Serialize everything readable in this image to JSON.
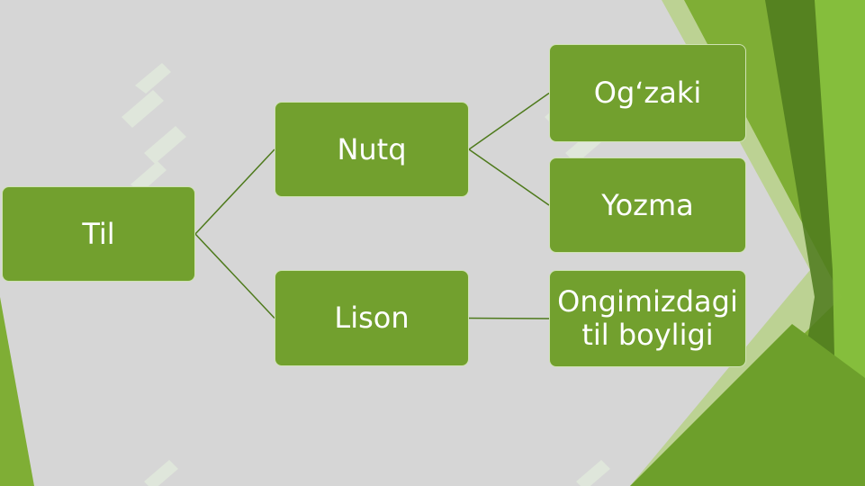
{
  "diagram": {
    "nodes": {
      "root": "Til",
      "nutq": "Nutq",
      "lison": "Lison",
      "ogzaki": "Og‘zaki",
      "yozma": "Yozma",
      "ongimiz": "Ongimizdagi\ntil boyligi"
    },
    "edges": [
      [
        "root",
        "nutq"
      ],
      [
        "root",
        "lison"
      ],
      [
        "nutq",
        "ogzaki"
      ],
      [
        "nutq",
        "yozma"
      ],
      [
        "lison",
        "ongimiz"
      ]
    ]
  },
  "colors": {
    "node_fill": "#72a02e",
    "node_border": "#cfe3b3",
    "background": "#d6d6d6",
    "accent_dark": "#4e7a1c",
    "accent_light": "#8bb63a"
  }
}
